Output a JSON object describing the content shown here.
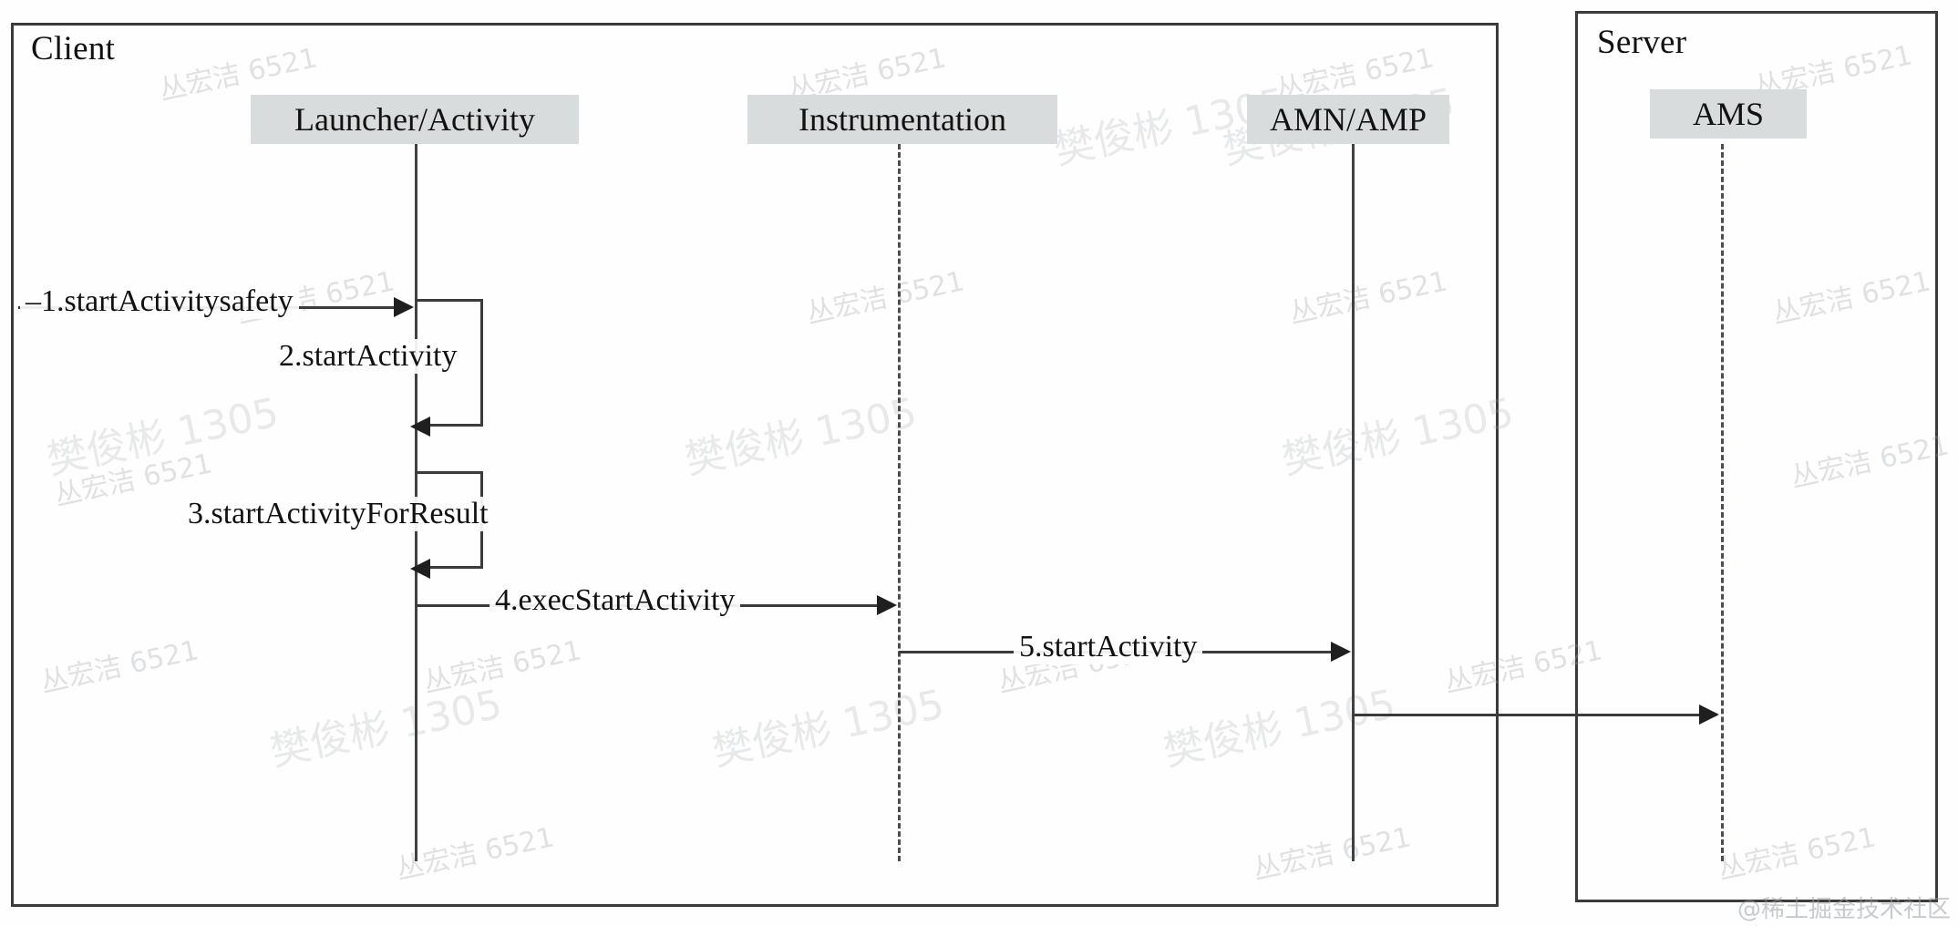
{
  "diagram": {
    "type": "uml-sequence-diagram",
    "frames": [
      {
        "key": "client",
        "title": "Client"
      },
      {
        "key": "server",
        "title": "Server"
      }
    ],
    "participants": [
      {
        "key": "launcher",
        "label": "Launcher/Activity",
        "frame": "client",
        "lifeline_style": "solid"
      },
      {
        "key": "instrumentation",
        "label": "Instrumentation",
        "frame": "client",
        "lifeline_style": "dashed"
      },
      {
        "key": "amn_amp",
        "label": "AMN/AMP",
        "frame": "client",
        "lifeline_style": "solid"
      },
      {
        "key": "ams",
        "label": "AMS",
        "frame": "server",
        "lifeline_style": "dashed"
      }
    ],
    "messages": [
      {
        "seq": "1",
        "label": "–1.startActivitysafety",
        "from": "client-edge",
        "to": "launcher",
        "kind": "call"
      },
      {
        "seq": "2",
        "label": "2.startActivity",
        "from": "launcher",
        "to": "launcher",
        "kind": "self"
      },
      {
        "seq": "3",
        "label": "3.startActivityForResult",
        "from": "launcher",
        "to": "launcher",
        "kind": "self"
      },
      {
        "seq": "4",
        "label": "4.execStartActivity",
        "from": "launcher",
        "to": "instrumentation",
        "kind": "call"
      },
      {
        "seq": "5",
        "label": "5.startActivity",
        "from": "instrumentation",
        "to": "amn_amp",
        "kind": "call"
      },
      {
        "seq": "6",
        "label": "",
        "from": "amn_amp",
        "to": "ams",
        "kind": "call"
      }
    ],
    "watermarks": {
      "name_a": "丛宏洁 6521",
      "name_b": "樊俊彬 1305",
      "corner": "@稀土掘金技术社区"
    },
    "colors": {
      "participant_fill": "#d9dcdc",
      "line": "#3b3b3b",
      "text": "#111111",
      "background": "#fefefe"
    }
  }
}
